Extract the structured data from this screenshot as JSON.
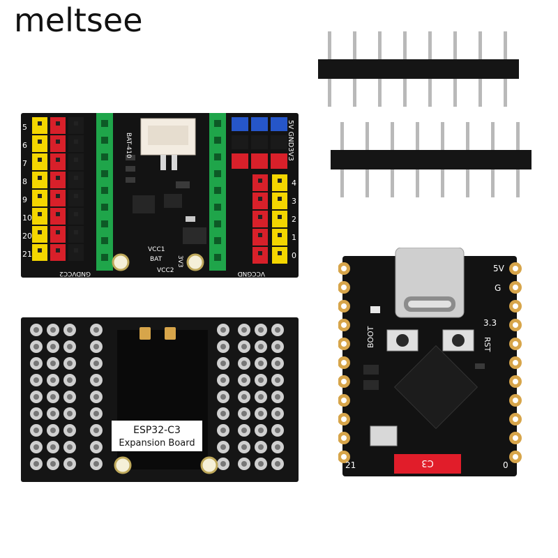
{
  "brand": {
    "watermark": "meltsee"
  },
  "top_board": {
    "left_labels": [
      "5",
      "6",
      "7",
      "8",
      "9",
      "10",
      "20",
      "21"
    ],
    "right_labels": [
      "4",
      "3",
      "2",
      "1",
      "0"
    ],
    "bottom_left_label": "GNDVCC2",
    "bottom_right_label": "VCCGND",
    "ic_label": "BAT-410",
    "right_header_label": "5V GND3V3",
    "vcc1_label": "VCC1",
    "bat_label": "BAT",
    "vcc2_label": "VCC2",
    "v3_label": "3V3"
  },
  "bottom_board": {
    "label_line1": "ESP32-C3",
    "label_line2": "Expansion Board"
  },
  "mcu_board": {
    "label_5v": "5V",
    "label_g": "G",
    "label_33": "3.3",
    "label_boot": "BOOT",
    "label_rst": "RST",
    "label_21": "21",
    "label_0": "0",
    "chip_label": "C3"
  },
  "colors": {
    "pcb": "#111111",
    "yellow_pin": "#f4d600",
    "red_pin": "#d8202a",
    "green_pin": "#1fa54a",
    "blue_pin": "#2656c9",
    "gold_pad": "#d7a54a"
  }
}
